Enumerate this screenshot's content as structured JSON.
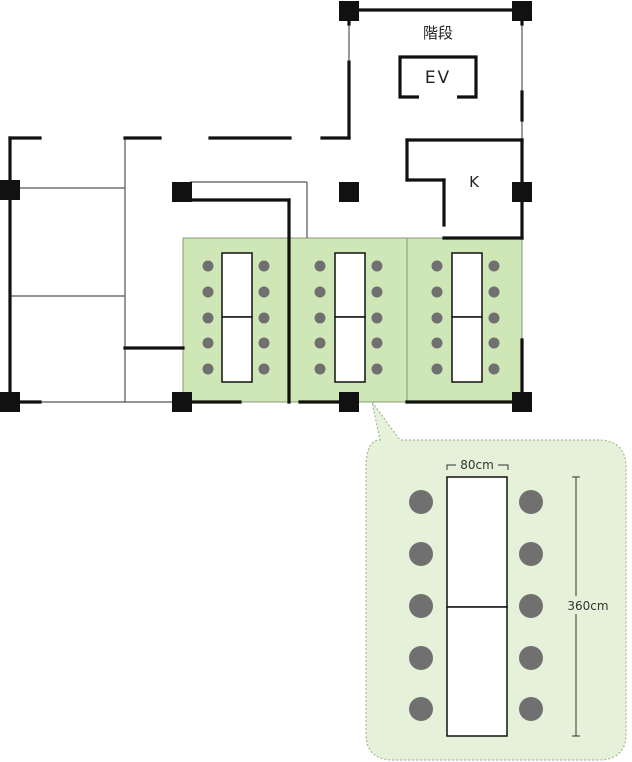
{
  "labels": {
    "stairs": "階段",
    "elevator": "EV",
    "kitchen": "K"
  },
  "detail": {
    "width_label": "80cm",
    "length_label": "360cm"
  },
  "zones": [
    {
      "name": "seating-zone-1",
      "tables": 2,
      "seats_per_side": 5
    },
    {
      "name": "seating-zone-2",
      "tables": 2,
      "seats_per_side": 5
    },
    {
      "name": "seating-zone-3",
      "tables": 2,
      "seats_per_side": 5
    }
  ],
  "colors": {
    "zone_fill": "#cfe6b6",
    "zone_stroke": "#8a9a7a",
    "callout_fill": "#e6f1d9",
    "callout_stroke": "#a6b696",
    "seat": "#707070",
    "wall": "#111111",
    "thin_line": "#555555"
  }
}
